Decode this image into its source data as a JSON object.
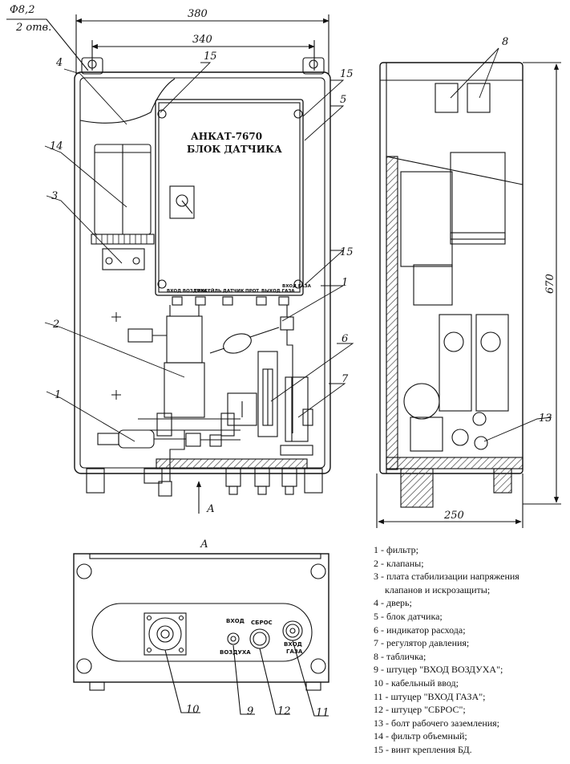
{
  "dims": {
    "hole": "Ф8,2",
    "holes_count": "2 отв.",
    "width_outer": "380",
    "width_inner": "340",
    "height": "670",
    "depth": "250"
  },
  "sensor_block": {
    "model": "АНКАТ-7670",
    "name": "БЛОК ДАТЧИКА",
    "port_labels": [
      "ВХОД ВОЗДУХА",
      "ТОНСЕЙЛЬ",
      "ДАТЧИК",
      "ПРОТ",
      "ВЫХОД ГАЗА",
      "ВХОД ГАЗА"
    ]
  },
  "front_callouts": [
    "4",
    "15",
    "15",
    "5",
    "14",
    "3",
    "15",
    "1",
    "2",
    "6",
    "7",
    "1"
  ],
  "side_callouts": [
    "8",
    "13"
  ],
  "view_arrow": "А",
  "bottom_view": {
    "title": "А",
    "labels": {
      "air_in_1": "ВХОД",
      "air_in_2": "ВОЗДУХА",
      "reset": "СБРОС",
      "gas_in_1": "ВХОД",
      "gas_in_2": "ГАЗА"
    },
    "callouts": [
      "10",
      "9",
      "12",
      "11"
    ]
  },
  "legend": [
    {
      "text": "1 - фильтр;",
      "cont": false
    },
    {
      "text": "2 - клапаны;",
      "cont": false
    },
    {
      "text": "3 - плата стабилизации напряжения",
      "cont": false
    },
    {
      "text": "клапанов и искрозащиты;",
      "cont": true
    },
    {
      "text": "4 - дверь;",
      "cont": false
    },
    {
      "text": "5 - блок датчика;",
      "cont": false
    },
    {
      "text": "6 - индикатор расхода;",
      "cont": false
    },
    {
      "text": "7 - регулятор давления;",
      "cont": false
    },
    {
      "text": "8 - табличка;",
      "cont": false
    },
    {
      "text": "9 - штуцер \"ВХОД ВОЗДУХА\";",
      "cont": false
    },
    {
      "text": "10 - кабельный ввод;",
      "cont": false
    },
    {
      "text": "11 - штуцер \"ВХОД ГАЗА\";",
      "cont": false
    },
    {
      "text": "12 - штуцер \"СБРОС\";",
      "cont": false
    },
    {
      "text": "13 - болт рабочего заземления;",
      "cont": false
    },
    {
      "text": "14 - фильтр объемный;",
      "cont": false
    },
    {
      "text": "15 - винт крепления БД.",
      "cont": false
    }
  ]
}
